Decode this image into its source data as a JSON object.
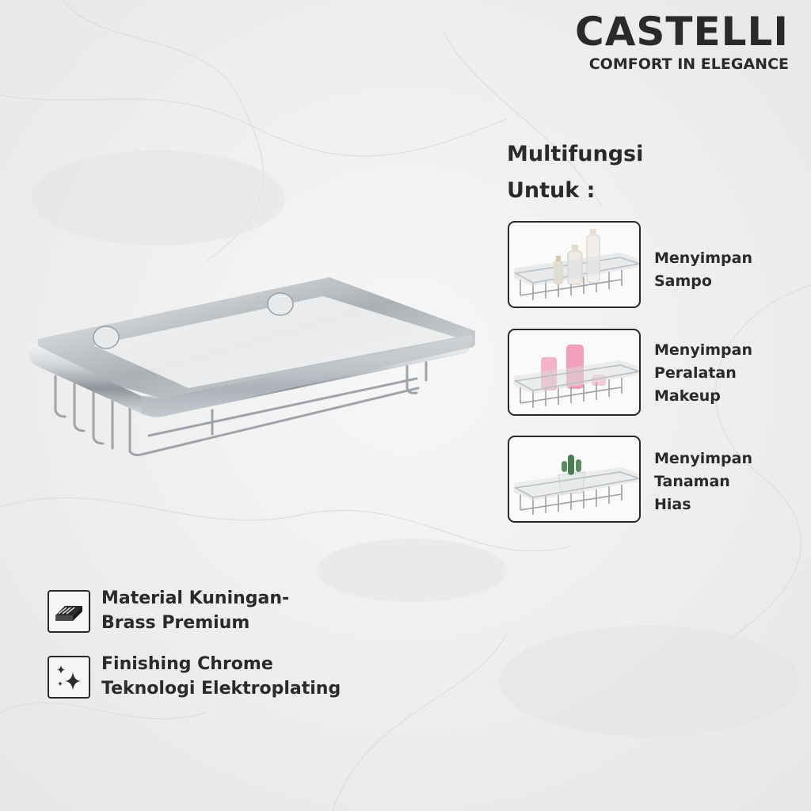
{
  "brand": {
    "name": "CASTELLI",
    "tagline": "COMFORT IN ELEGANCE"
  },
  "multifunction": {
    "title_line1": "Multifungsi",
    "title_line2": "Untuk :",
    "uses": [
      {
        "line1": "Menyimpan",
        "line2": "Sampo",
        "line3": "",
        "icon": "shampoo-bottles-on-rack"
      },
      {
        "line1": "Menyimpan",
        "line2": "Peralatan",
        "line3": "Makeup",
        "icon": "makeup-tubes-on-rack"
      },
      {
        "line1": "Menyimpan",
        "line2": "Tanaman",
        "line3": "Hias",
        "icon": "potted-cactus-on-rack"
      }
    ]
  },
  "features": [
    {
      "line1": "Material Kuningan-",
      "line2": "Brass Premium",
      "icon": "brass-bar-icon"
    },
    {
      "line1": "Finishing Chrome",
      "line2": "Teknologi Elektroplating",
      "icon": "sparkle-icon"
    }
  ],
  "colors": {
    "text": "#2a2a2a",
    "background": "#efefef",
    "chrome": "#c9ced3",
    "pink": "#f2a6bf"
  }
}
